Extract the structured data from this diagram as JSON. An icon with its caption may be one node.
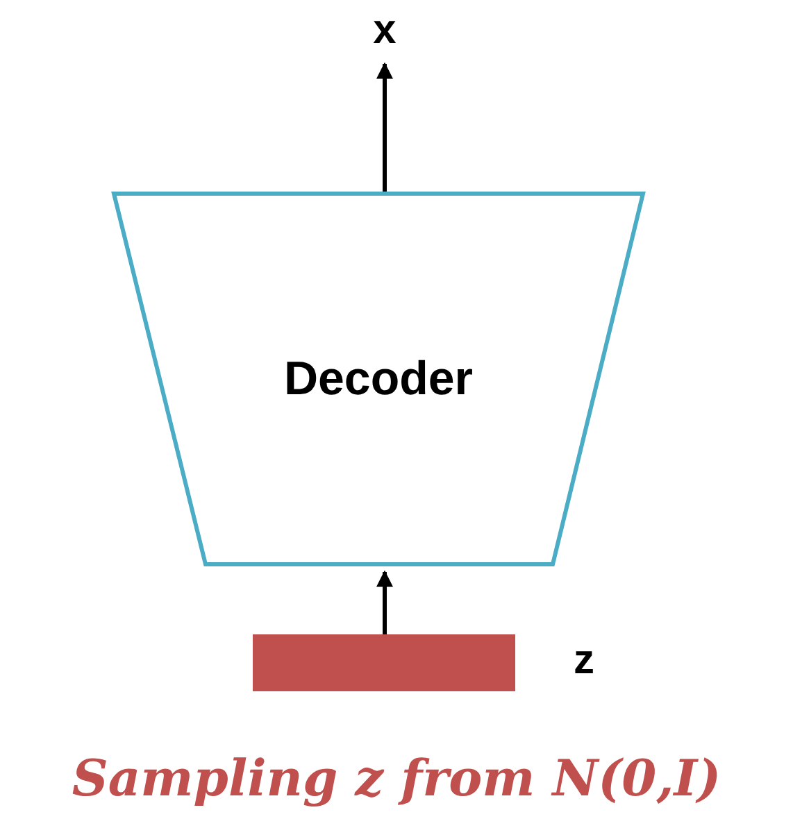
{
  "diagram": {
    "caption": "Sampling z from N(0,I)",
    "nodes": [
      {
        "text": [
          "x"
        ]
      },
      {
        "text": [
          "Decoder"
        ]
      },
      {
        "text": [],
        "shape": "bar",
        "beside": [
          "z"
        ]
      }
    ],
    "edges": [
      {
        "from": 1,
        "to": 0,
        "arrow": "to"
      },
      {
        "from": 2,
        "to": 1,
        "arrow": "to"
      }
    ]
  }
}
